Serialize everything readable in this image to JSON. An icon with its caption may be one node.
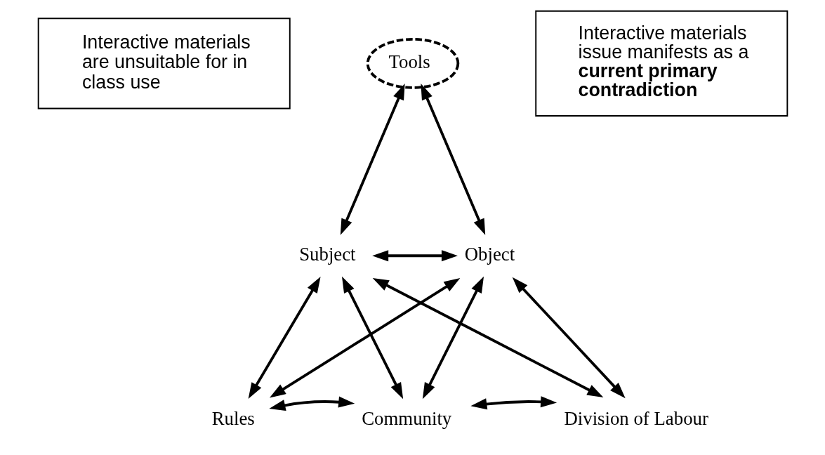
{
  "diagram": {
    "nodes": [
      {
        "text": [
          "Interactive materials are unsuitable for in class use"
        ]
      },
      {
        "text": [
          "Tools"
        ]
      },
      {
        "text": [
          "Interactive materials issue manifests as a **current primary contradiction**"
        ]
      },
      {
        "text": [
          "Subject"
        ]
      },
      {
        "text": [
          "Object"
        ]
      },
      {
        "text": [
          "Rules"
        ]
      },
      {
        "text": [
          "Community"
        ]
      },
      {
        "text": [
          "Division of Labour"
        ]
      }
    ],
    "edges": [
      {
        "from": 1,
        "to": 3,
        "arrow": "both"
      },
      {
        "from": 1,
        "to": 4,
        "arrow": "both"
      },
      {
        "from": 3,
        "to": 4,
        "arrow": "both"
      },
      {
        "from": 3,
        "to": 5,
        "arrow": "both"
      },
      {
        "from": 3,
        "to": 6,
        "arrow": "both"
      },
      {
        "from": 3,
        "to": 7,
        "arrow": "both"
      },
      {
        "from": 4,
        "to": 5,
        "arrow": "both"
      },
      {
        "from": 4,
        "to": 6,
        "arrow": "both"
      },
      {
        "from": 4,
        "to": 7,
        "arrow": "both"
      },
      {
        "from": 5,
        "to": 6,
        "arrow": "both"
      },
      {
        "from": 6,
        "to": 7,
        "arrow": "both"
      }
    ]
  }
}
